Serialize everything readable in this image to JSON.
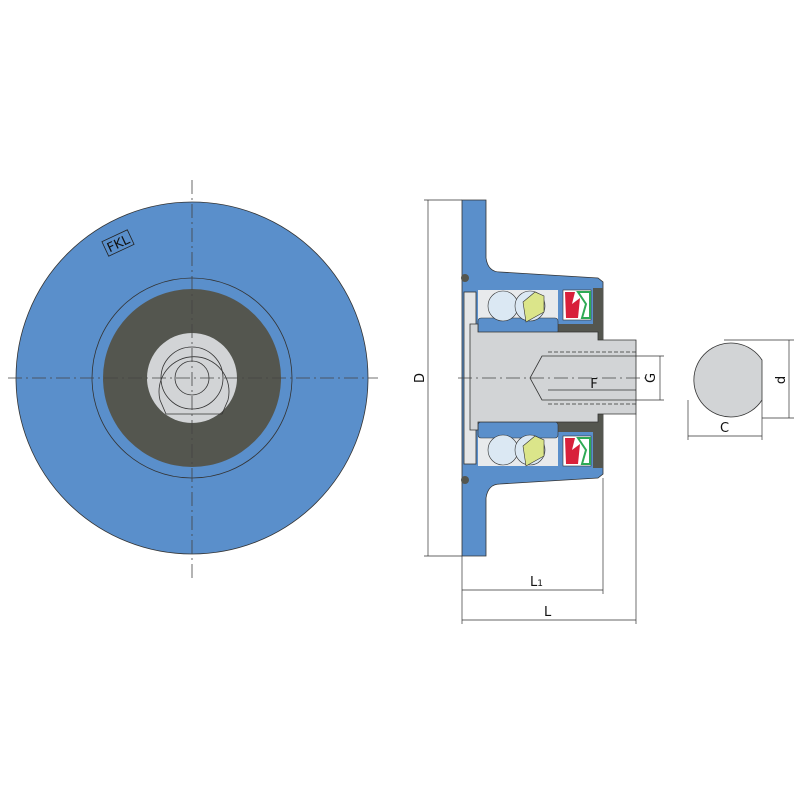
{
  "logo": "FKL",
  "dimensions": {
    "D": "D",
    "G": "G",
    "F": "F",
    "L1_main": "L",
    "L1_sub": "1",
    "L": "L",
    "C": "C",
    "d": "d"
  },
  "colors": {
    "wheel_blue": "#5a8fcb",
    "dark_core": "#54564f",
    "hub_gray": "#d2d4d6",
    "seal_red": "#d8203a",
    "seal_green": "#2faa55",
    "cage_yellow": "#dbe58a"
  }
}
